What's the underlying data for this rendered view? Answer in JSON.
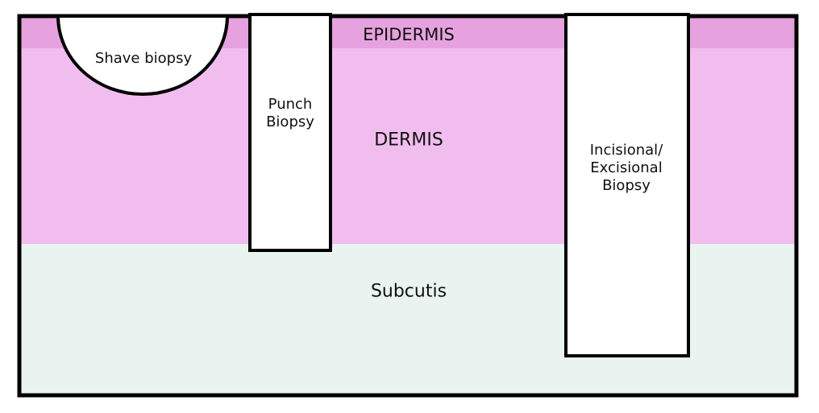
{
  "layers": {
    "epidermis": {
      "label": "EPIDERMIS",
      "color": "#e6a2de"
    },
    "dermis": {
      "label": "DERMIS",
      "color": "#f1bdee"
    },
    "subcutis": {
      "label": "Subcutis",
      "color": "#e9f4f1"
    }
  },
  "biopsies": {
    "shave": {
      "label": "Shave biopsy"
    },
    "punch": {
      "lines": [
        "Punch",
        "Biopsy"
      ]
    },
    "incisional": {
      "lines": [
        "Incisional/",
        "Excisional",
        "Biopsy"
      ]
    }
  },
  "colors": {
    "outline": "#000000",
    "cutout": "#ffffff"
  }
}
